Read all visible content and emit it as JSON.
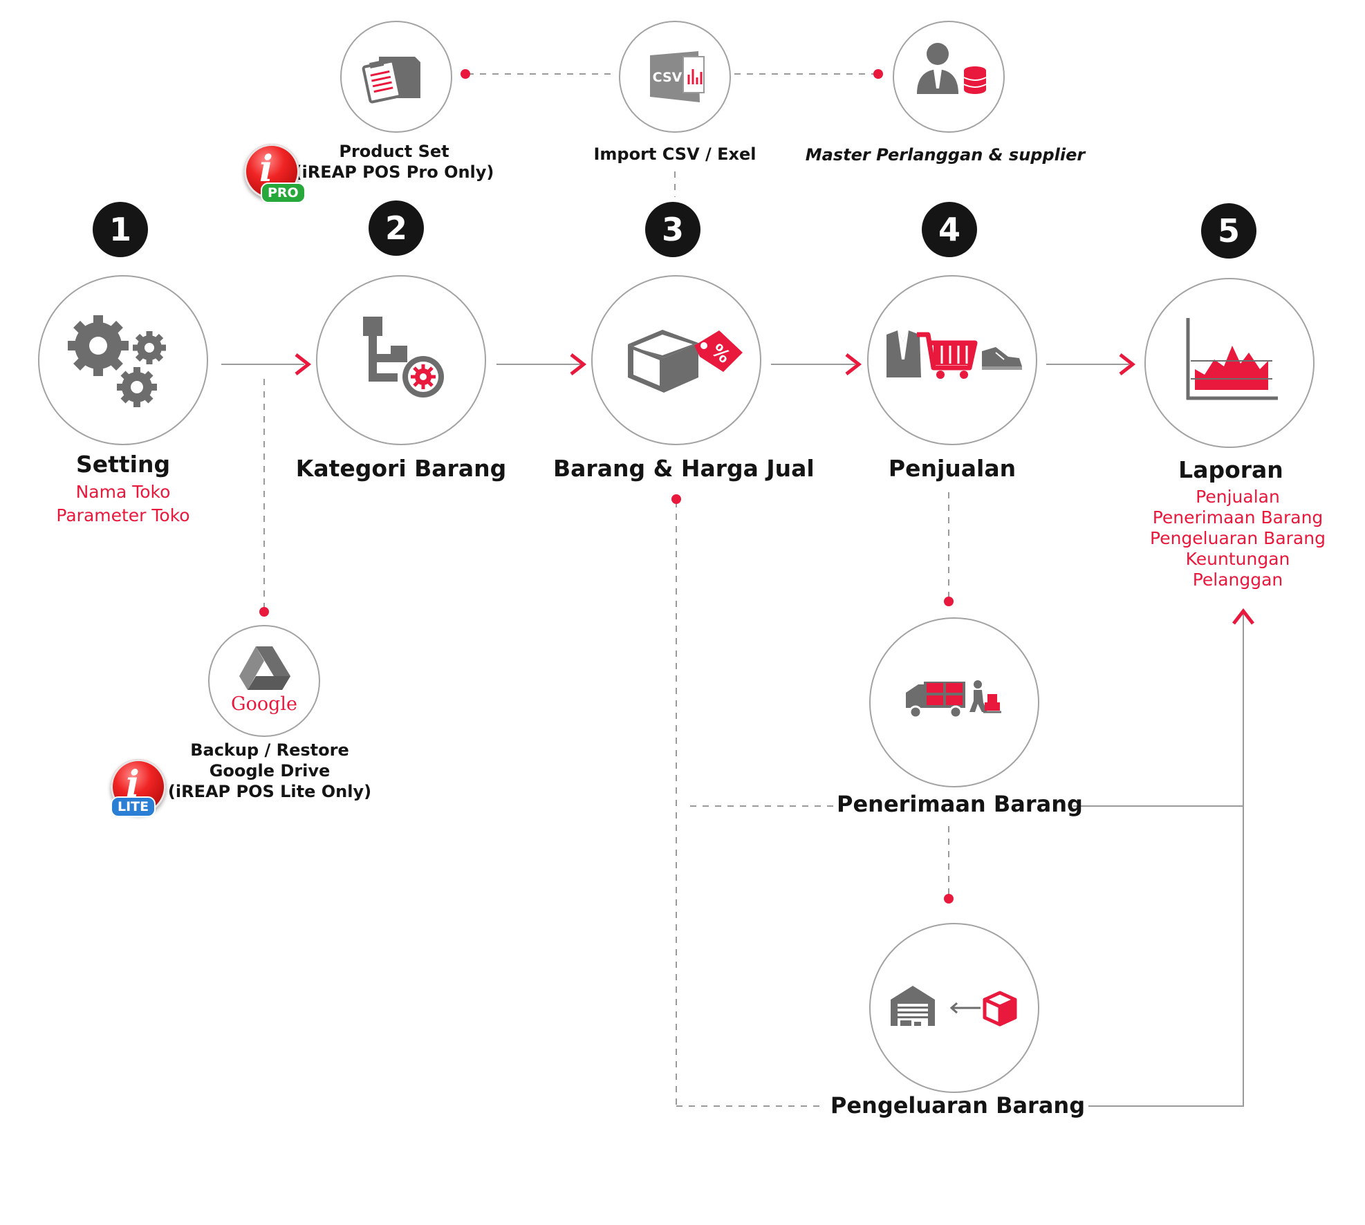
{
  "steps": [
    {
      "number": "1",
      "title": "Setting",
      "sub": [
        "Nama Toko",
        "Parameter Toko"
      ],
      "icon": "gears-icon"
    },
    {
      "number": "2",
      "title": "Kategori Barang",
      "sub": [],
      "icon": "category-tree-icon"
    },
    {
      "number": "3",
      "title": "Barang & Harga Jual",
      "sub": [],
      "icon": "box-price-tag-icon"
    },
    {
      "number": "4",
      "title": "Penjualan",
      "sub": [],
      "icon": "shopping-cart-icon"
    },
    {
      "number": "5",
      "title": "Laporan",
      "sub": [
        "Penjualan",
        "Penerimaan Barang",
        "Pengeluaran Barang",
        "Keuntungan",
        "Pelanggan"
      ],
      "icon": "area-chart-icon"
    }
  ],
  "top": {
    "product_set": {
      "line1": "Product Set",
      "line2": "(iREAP POS Pro Only)",
      "icon": "clipboard-box-icon"
    },
    "import_csv": {
      "label": "Import CSV / Exel",
      "icon": "csv-file-icon",
      "icon_text": "CSV"
    },
    "master": {
      "label": "Master Perlanggan & supplier",
      "icon": "customer-database-icon"
    }
  },
  "backup": {
    "line1": "Backup / Restore",
    "line2": "Google Drive",
    "line3": "(iREAP POS Lite Only)",
    "icon": "google-drive-icon",
    "icon_text": "Google"
  },
  "receiving": {
    "label": "Penerimaan Barang",
    "icon": "delivery-truck-icon"
  },
  "issuing": {
    "label": "Pengeluaran Barang",
    "icon": "warehouse-box-icon"
  },
  "badges": {
    "pro": "PRO",
    "lite": "LITE",
    "logo_letter": "i"
  },
  "colors": {
    "accent": "#e8193c",
    "icon_gray": "#6d6d6d",
    "line_gray": "#9a9a9a",
    "badge_pro": "#27a83a",
    "badge_lite": "#2a7fd4"
  }
}
